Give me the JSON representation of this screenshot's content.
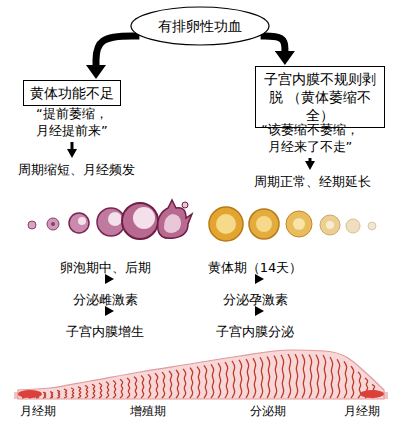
{
  "diagram": {
    "nodes": [
      {
        "text": [
          "有排卵性功血"
        ]
      },
      {
        "text": [
          "黄体功能不足"
        ]
      },
      {
        "text": [
          "子宫内膜不规则剥脱 （黄体萎缩不全）"
        ]
      },
      {
        "text": [
          "“提前萎缩， 月经提前来”"
        ]
      },
      {
        "text": [
          "周期缩短、月经频发"
        ]
      },
      {
        "text": [
          "“该萎缩不萎缩， 月经来了不走”"
        ]
      },
      {
        "text": [
          "周期正常、经期延长"
        ]
      },
      {
        "text": [
          "卵泡期中、后期"
        ]
      },
      {
        "text": [
          "黄体期（14天）"
        ]
      },
      {
        "text": [
          "分泌雌激素"
        ]
      },
      {
        "text": [
          "分泌孕激素"
        ]
      },
      {
        "text": [
          "子宫内膜增生"
        ]
      },
      {
        "text": [
          "子宫内膜分泌"
        ]
      }
    ],
    "edges": [
      {
        "from": 0,
        "to": 1,
        "arrow": "to"
      },
      {
        "from": 0,
        "to": 2,
        "arrow": "to"
      },
      {
        "from": 3,
        "to": 4,
        "arrow": "to"
      },
      {
        "from": 5,
        "to": 6,
        "arrow": "to"
      },
      {
        "from": 7,
        "to": 9,
        "arrow": "to"
      },
      {
        "from": 9,
        "to": 11,
        "arrow": "to"
      },
      {
        "from": 8,
        "to": 10,
        "arrow": "to"
      },
      {
        "from": 10,
        "to": 12,
        "arrow": "to"
      }
    ],
    "labels": [
      "月经期",
      "增殖期",
      "分泌期",
      "月经期"
    ]
  }
}
